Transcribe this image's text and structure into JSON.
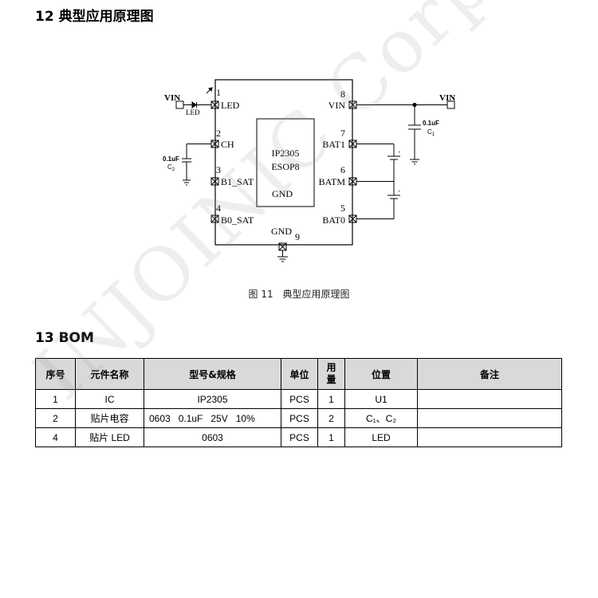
{
  "section12_title": "12 典型应用原理图",
  "section13_title": "13 BOM",
  "schematic": {
    "chip_name": "IP2305",
    "chip_package": "ESOP8",
    "chip_gnd": "GND",
    "pins": [
      {
        "num": "1",
        "label": "LED"
      },
      {
        "num": "2",
        "label": "CH"
      },
      {
        "num": "3",
        "label": "B1_SAT"
      },
      {
        "num": "4",
        "label": "B0_SAT"
      },
      {
        "num": "8",
        "label": "VIN"
      },
      {
        "num": "7",
        "label": "BAT1"
      },
      {
        "num": "6",
        "label": "BATM"
      },
      {
        "num": "5",
        "label": "BAT0"
      },
      {
        "num": "9",
        "label": "GND"
      }
    ],
    "vin_left": "VIN",
    "vin_right": "VIN",
    "led_label": "LED",
    "c1_value": "0.1uF",
    "c1_name": "C",
    "c1_sub": "1",
    "c2_value": "0.1uF",
    "c2_name": "C",
    "c2_sub": "2"
  },
  "figure_caption": {
    "num": "图 11",
    "text": "典型应用原理图"
  },
  "bom": {
    "headers": [
      "序号",
      "元件名称",
      "型号&规格",
      "单位",
      "用量",
      "位置",
      "备注"
    ],
    "rows": [
      {
        "index": "1",
        "name": "IC",
        "spec": "IP2305",
        "unit": "PCS",
        "qty": "1",
        "position": "U1",
        "remark": ""
      },
      {
        "index": "2",
        "name": "贴片电容",
        "spec": "0603   0.1uF   25V   10%",
        "unit": "PCS",
        "qty": "2",
        "position": "C₁、C₂",
        "remark": ""
      },
      {
        "index": "4",
        "name": "贴片 LED",
        "spec": "0603",
        "unit": "PCS",
        "qty": "1",
        "position": "LED",
        "remark": ""
      }
    ]
  },
  "watermark": "INJOINIC Corp."
}
